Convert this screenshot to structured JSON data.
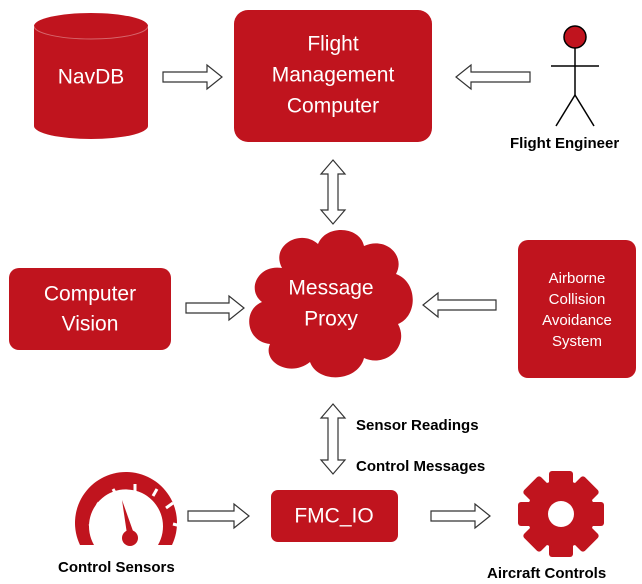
{
  "colors": {
    "node": "#c0141e",
    "text": "#ffffff",
    "arrow_outline": "#333333",
    "label": "#000000"
  },
  "nodes": {
    "navdb": {
      "label": "NavDB"
    },
    "fmc": {
      "lines": [
        "Flight",
        "Management",
        "Computer"
      ]
    },
    "vision": {
      "lines": [
        "Computer",
        "Vision"
      ]
    },
    "proxy": {
      "lines": [
        "Message",
        "Proxy"
      ]
    },
    "acas": {
      "lines": [
        "Airborne",
        "Collision",
        "Avoidance",
        "System"
      ]
    },
    "fmc_io": {
      "label": "FMC_IO"
    }
  },
  "labels": {
    "flight_engineer": "Flight Engineer",
    "sensor_readings": "Sensor Readings",
    "control_messages": "Control Messages",
    "control_sensors": "Control Sensors",
    "aircraft_controls": "Aircraft Controls"
  },
  "icons": {
    "engineer": "stick-figure-icon",
    "sensors": "gauge-icon",
    "controls": "gear-icon"
  }
}
